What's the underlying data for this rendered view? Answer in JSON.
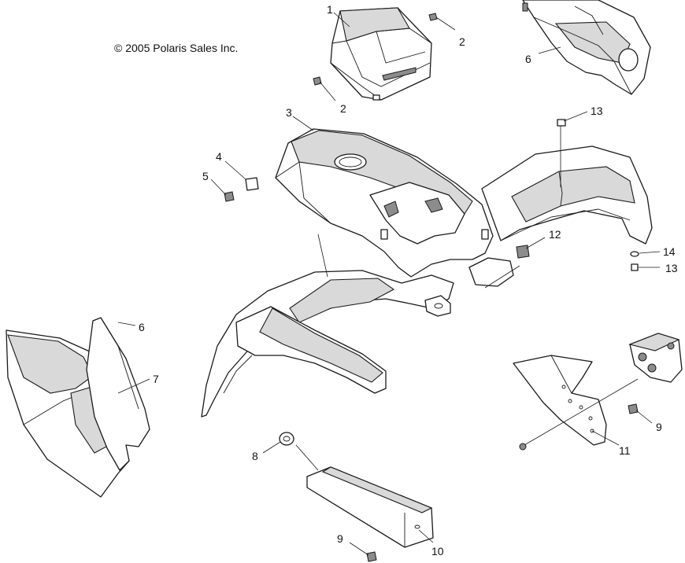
{
  "copyright": "© 2005 Polaris Sales Inc.",
  "callouts": {
    "c1": "1",
    "c2a": "2",
    "c2b": "2",
    "c3": "3",
    "c4": "4",
    "c5": "5",
    "c6a": "6",
    "c6b": "6",
    "c7": "7",
    "c8": "8",
    "c9a": "9",
    "c9b": "9",
    "c10": "10",
    "c11": "11",
    "c12": "12",
    "c13a": "13",
    "c13b": "13",
    "c14": "14"
  }
}
